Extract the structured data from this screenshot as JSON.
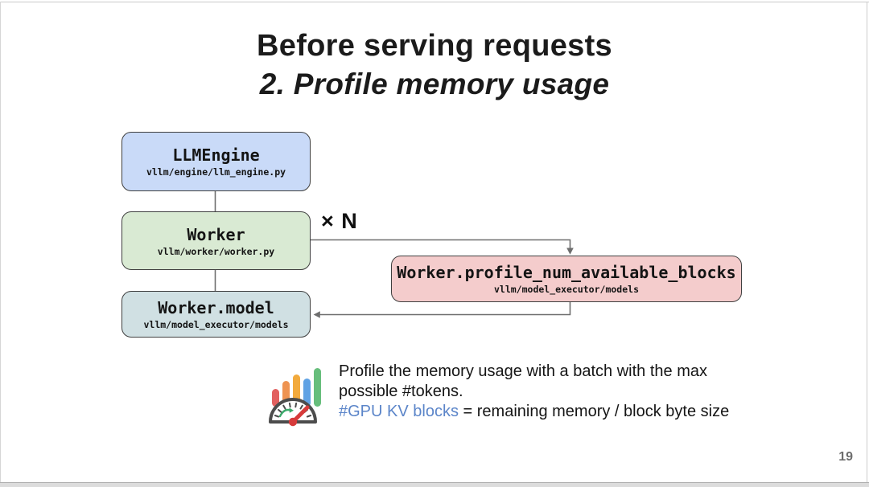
{
  "slide": {
    "title_line1": "Before serving requests",
    "title_line2": "2. Profile memory usage",
    "page_number": "19"
  },
  "diagram": {
    "multiplier_label": "× N",
    "connector_color": "#6e6e6e",
    "boxes": {
      "llm_engine": {
        "title": "LLMEngine",
        "path": "vllm/engine/llm_engine.py",
        "fill": "#c9daf8"
      },
      "worker": {
        "title": "Worker",
        "path": "vllm/worker/worker.py",
        "fill": "#d9ead3"
      },
      "worker_model": {
        "title": "Worker.model",
        "path": "vllm/model_executor/models",
        "fill": "#d0e0e3"
      },
      "profile_blocks": {
        "title": "Worker.profile_num_available_blocks",
        "path": "vllm/model_executor/models",
        "fill": "#f4cccc"
      }
    }
  },
  "note": {
    "icon": "benchmark-gauge-icon",
    "icon_bar_colors": [
      "#e2605f",
      "#ee9351",
      "#f2aa3d",
      "#60a2e4",
      "#67be7c"
    ],
    "line1": "Profile the memory usage with a batch with the max",
    "line2": "possible #tokens.",
    "line3_highlight": "#GPU KV blocks",
    "line3_rest": " = remaining memory / block byte size",
    "highlight_color": "#5b85c9"
  }
}
